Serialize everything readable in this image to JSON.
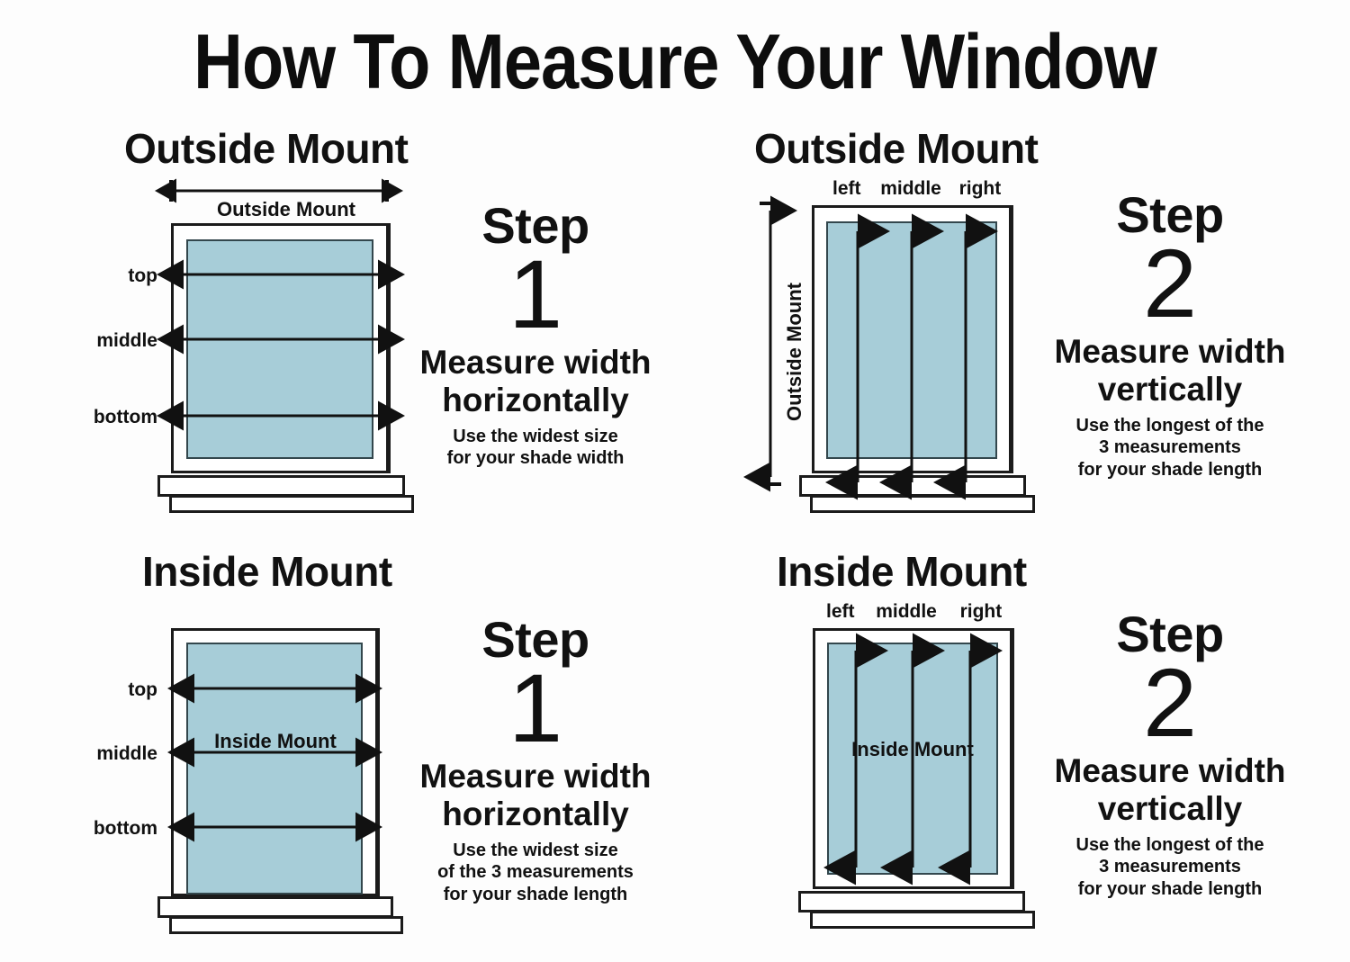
{
  "title": "How To Measure Your Window",
  "colors": {
    "glass": "#a7cdd8",
    "glass_border": "#33474d",
    "frame_outline": "#1b1b1b",
    "background": "#fdfdfd",
    "text": "#111111"
  },
  "quadrants": {
    "outside_horizontal": {
      "heading": "Outside Mount",
      "dimension_label": "Outside Mount",
      "row_labels": [
        "top",
        "middle",
        "bottom"
      ],
      "step": {
        "word": "Step",
        "number": "1",
        "headline_line1": "Measure width",
        "headline_line2": "horizontally",
        "sub_line1": "Use the widest size",
        "sub_line2": "for your shade width"
      }
    },
    "outside_vertical": {
      "heading": "Outside Mount",
      "dimension_label": "Outside Mount",
      "column_labels": [
        "left",
        "middle",
        "right"
      ],
      "step": {
        "word": "Step",
        "number": "2",
        "headline_line1": "Measure width",
        "headline_line2": "vertically",
        "sub_line1": "Use the longest of the",
        "sub_line2": "3 measurements",
        "sub_line3": "for your shade length"
      }
    },
    "inside_horizontal": {
      "heading": "Inside Mount",
      "dimension_label": "Inside Mount",
      "row_labels": [
        "top",
        "middle",
        "bottom"
      ],
      "step": {
        "word": "Step",
        "number": "1",
        "headline_line1": "Measure width",
        "headline_line2": "horizontally",
        "sub_line1": "Use the widest size",
        "sub_line2": "of the 3 measurements",
        "sub_line3": "for your shade length"
      }
    },
    "inside_vertical": {
      "heading": "Inside Mount",
      "dimension_label": "Inside Mount",
      "column_labels": [
        "left",
        "middle",
        "right"
      ],
      "step": {
        "word": "Step",
        "number": "2",
        "headline_line1": "Measure width",
        "headline_line2": "vertically",
        "sub_line1": "Use the longest of the",
        "sub_line2": "3 measurements",
        "sub_line3": "for your shade length"
      }
    }
  }
}
